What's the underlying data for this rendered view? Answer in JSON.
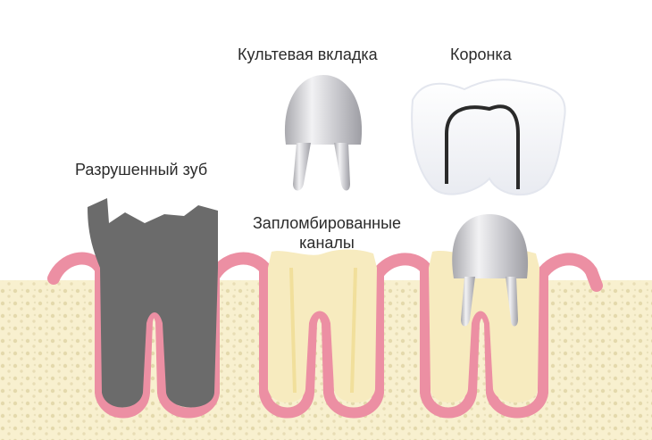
{
  "labels": {
    "core_inlay": "Культевая вкладка",
    "crown": "Коронка",
    "destroyed_tooth": "Разрушенный зуб",
    "filled_canals_line1": "Запломбированные",
    "filled_canals_line2": "каналы"
  },
  "colors": {
    "bone": "#f8f0cf",
    "bone_dots": "#e2d6a8",
    "gum": "#ec8fa3",
    "gum_light": "#f6c3cf",
    "gum_dark": "#c9536e",
    "dentin": "#f7ebbf",
    "destroyed_tooth": "#6b6b6b",
    "metal": "#c8c8cc",
    "crown": "#ffffff",
    "crown_shadow": "#e6e8ee",
    "outline": "#2a2a2a"
  }
}
